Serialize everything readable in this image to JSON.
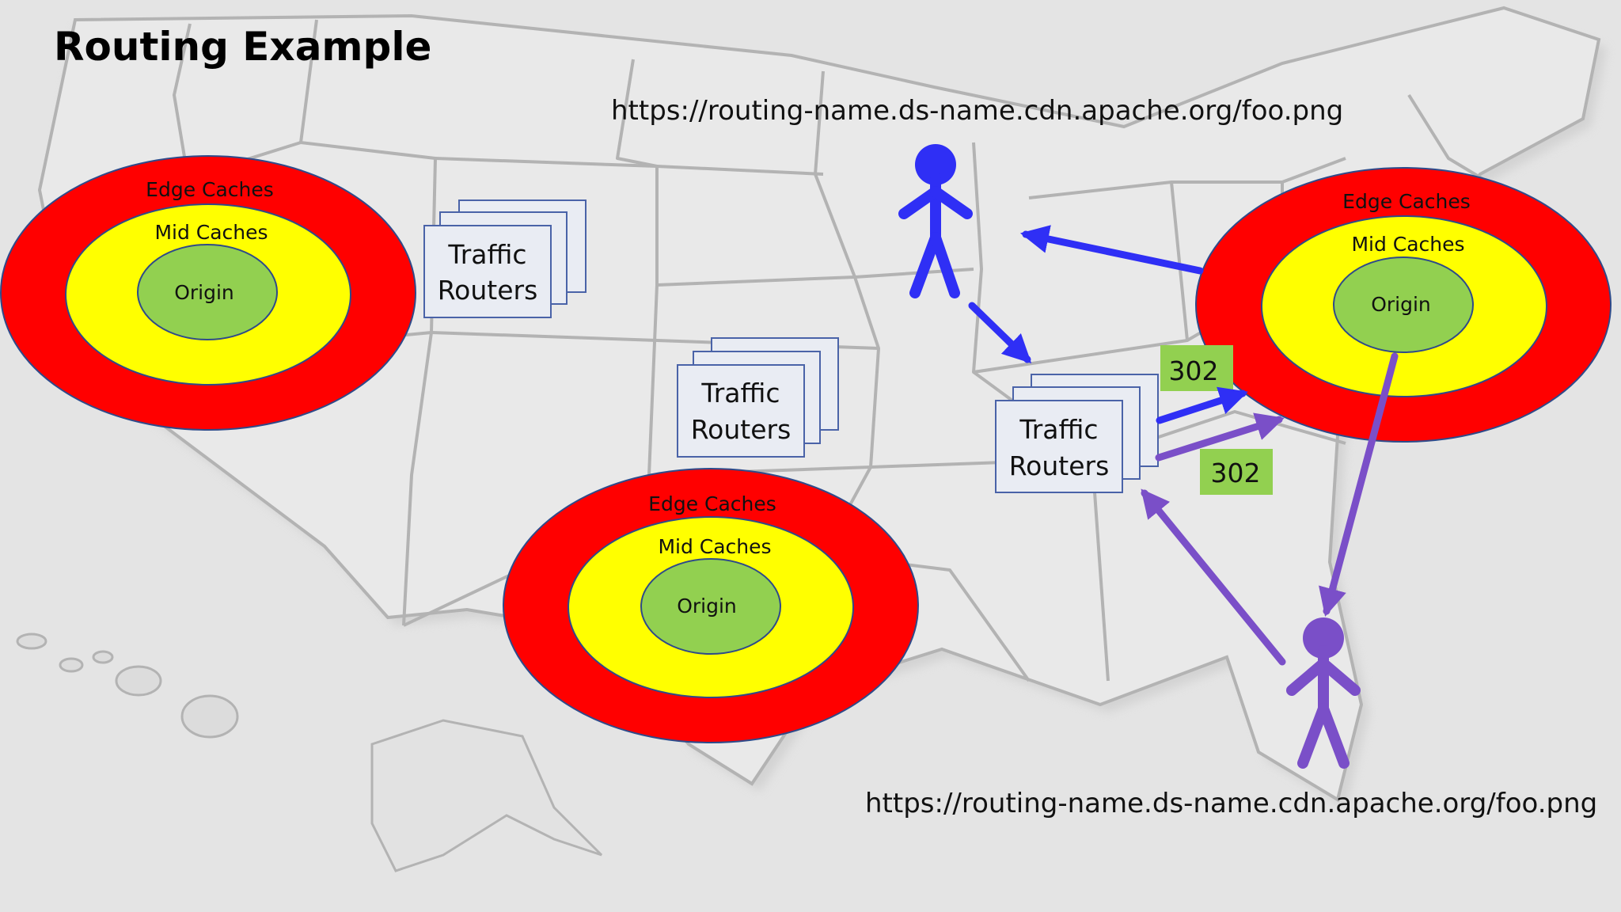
{
  "title": "Routing Example",
  "urls": {
    "top": "https://routing-name.ds-name.cdn.apache.org/foo.png",
    "bottom": "https://routing-name.ds-name.cdn.apache.org/foo.png"
  },
  "labels": {
    "edge": "Edge Caches",
    "mid": "Mid Caches",
    "origin": "Origin",
    "tr_line1": "Traffic",
    "tr_line2": "Routers",
    "redirect": "302"
  },
  "colors": {
    "background": "#e4e4e4",
    "map_fill": "#e9e9e9",
    "map_lines": "#b3b3b3",
    "edge": "#ff0000",
    "mid": "#ffff00",
    "origin": "#92d050",
    "redirect_badge": "#92d050",
    "router_fill": "#e9ecf3",
    "router_border": "#4a63a8",
    "user_blue": "#2f2ff5",
    "user_purple": "#7a4fc8"
  }
}
